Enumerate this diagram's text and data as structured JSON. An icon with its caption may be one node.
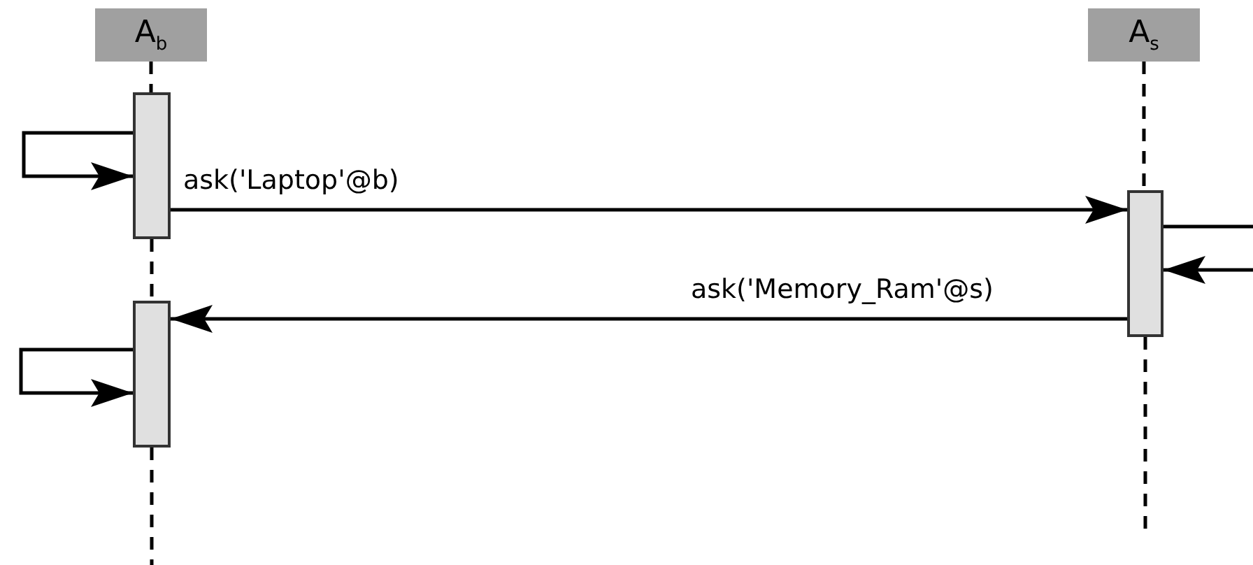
{
  "diagram": {
    "nodes": [
      {
        "text": [
          "A$_{b}$"
        ]
      },
      {
        "text": [
          "A$_{s}$"
        ]
      },
      {
        "text": [],
        "shape": "bar"
      },
      {
        "text": [],
        "shape": "bar"
      },
      {
        "text": [],
        "shape": "bar"
      }
    ],
    "edges": [
      {
        "from": 0,
        "to": 2,
        "arrow": "none",
        "style": "dashed"
      },
      {
        "from": 2,
        "to": 3,
        "arrow": "none",
        "style": "dashed"
      },
      {
        "from": 3,
        "to": null,
        "arrow": "none",
        "style": "dashed"
      },
      {
        "from": 1,
        "to": 4,
        "arrow": "none",
        "style": "dashed"
      },
      {
        "from": 4,
        "to": null,
        "arrow": "none",
        "style": "dashed"
      },
      {
        "from": 2,
        "to": 2,
        "arrow": "to"
      },
      {
        "from": 2,
        "to": 4,
        "arrow": "to",
        "label": "ask('Laptop'@b)"
      },
      {
        "from": 4,
        "to": 4,
        "arrow": "to"
      },
      {
        "from": 4,
        "to": 3,
        "arrow": "to",
        "label": "ask('Memory_Ram'@s)"
      },
      {
        "from": 3,
        "to": 3,
        "arrow": "to"
      }
    ]
  }
}
